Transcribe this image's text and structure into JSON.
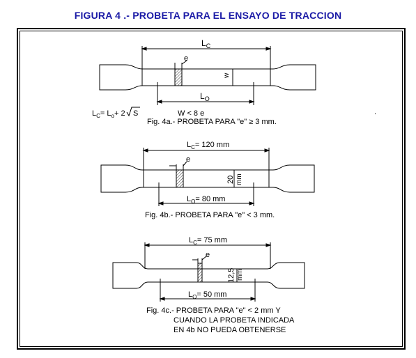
{
  "title": "FIGURA 4 .- PROBETA PARA EL ENSAYO DE TRACCION",
  "fig_a": {
    "lc_label": "L",
    "lc_sub": "C",
    "e_label": "e",
    "w_label": "w",
    "lo_label": "L",
    "lo_sub": "O",
    "formula_lc": "L",
    "formula_lc_sub": "C",
    "formula_eq": "= L",
    "formula_lo_sub": "o",
    "formula_rest": "+ 2",
    "formula_sqrt": "S",
    "formula_w": "W < 8 e",
    "caption": "Fig. 4a.- PROBETA PARA \"e\" ≥ 3 mm."
  },
  "fig_b": {
    "lc_label": "L",
    "lc_sub": "C",
    "lc_value": "= 120 mm",
    "e_label": "e",
    "w_value": "20",
    "w_unit": "mm",
    "lo_label": "L",
    "lo_sub": "O",
    "lo_value": "= 80 mm",
    "caption": "Fig. 4b.- PROBETA PARA \"e\" < 3 mm."
  },
  "fig_c": {
    "lc_label": "L",
    "lc_sub": "C",
    "lc_value": "= 75 mm",
    "e_label": "e",
    "w_value": "12,5",
    "w_unit": "mm",
    "lo_label": "L",
    "lo_sub": "O",
    "lo_value": "= 50 mm",
    "caption_1": "Fig. 4c.- PROBETA PARA \"e\" < 2 mm Y",
    "caption_2": "CUANDO LA PROBETA INDICADA",
    "caption_3": "EN 4b NO PUEDA OBTENERSE"
  },
  "stray_mark": "."
}
